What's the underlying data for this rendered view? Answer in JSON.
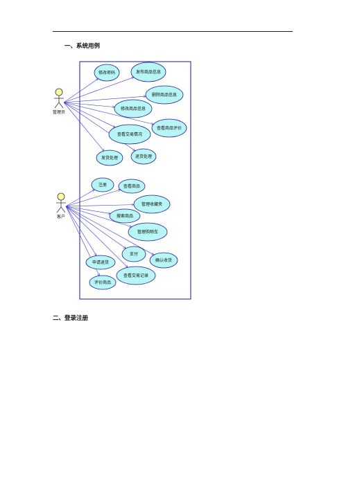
{
  "headings": {
    "section1": "一、系统用例",
    "section2": "二、登录注册"
  },
  "diagram": {
    "colors": {
      "boundary": "#1a1a8c",
      "usecase_fill": "#b8f5f5",
      "usecase_stroke": "#1a1a8c",
      "actor_head": "#ffffa8",
      "edge": "#3a3ad8"
    },
    "actors": [
      {
        "id": "admin",
        "label": "管理员"
      },
      {
        "id": "customer",
        "label": "客户"
      }
    ],
    "use_cases": [
      {
        "id": "change_pwd",
        "label": "修改密码"
      },
      {
        "id": "publish_goods",
        "label": "发布商品信息"
      },
      {
        "id": "delete_goods",
        "label": "删除商品信息"
      },
      {
        "id": "edit_goods",
        "label": "修改商品信息"
      },
      {
        "id": "view_reviews",
        "label": "查看商品评价"
      },
      {
        "id": "view_trades_admin",
        "label": "查看交易情况"
      },
      {
        "id": "ship",
        "label": "发货处理"
      },
      {
        "id": "refund",
        "label": "退货处理"
      },
      {
        "id": "register",
        "label": "注册"
      },
      {
        "id": "view_goods",
        "label": "查看商品"
      },
      {
        "id": "manage_favorites",
        "label": "管理收藏夹"
      },
      {
        "id": "search_goods",
        "label": "搜索商品"
      },
      {
        "id": "manage_cart",
        "label": "管理购物车"
      },
      {
        "id": "pay",
        "label": "支付"
      },
      {
        "id": "confirm_receipt",
        "label": "确认收货"
      },
      {
        "id": "apply_return",
        "label": "申请退货"
      },
      {
        "id": "view_records",
        "label": "查看交易记录"
      },
      {
        "id": "rate_goods",
        "label": "评价商品"
      }
    ],
    "associations": [
      [
        "admin",
        "change_pwd"
      ],
      [
        "admin",
        "publish_goods"
      ],
      [
        "admin",
        "delete_goods"
      ],
      [
        "admin",
        "edit_goods"
      ],
      [
        "admin",
        "view_reviews"
      ],
      [
        "admin",
        "view_trades_admin"
      ],
      [
        "admin",
        "ship"
      ],
      [
        "admin",
        "refund"
      ],
      [
        "customer",
        "register"
      ],
      [
        "customer",
        "view_goods"
      ],
      [
        "customer",
        "manage_favorites"
      ],
      [
        "customer",
        "search_goods"
      ],
      [
        "customer",
        "manage_cart"
      ],
      [
        "customer",
        "pay"
      ],
      [
        "customer",
        "confirm_receipt"
      ],
      [
        "customer",
        "apply_return"
      ],
      [
        "customer",
        "view_records"
      ],
      [
        "customer",
        "rate_goods"
      ]
    ]
  }
}
